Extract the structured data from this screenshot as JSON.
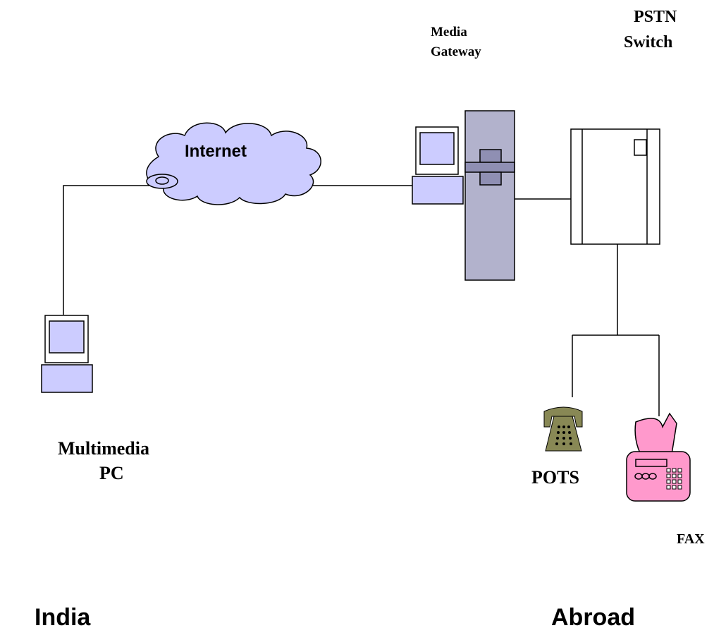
{
  "labels": {
    "internet": "Internet",
    "media_gateway_line1": "Media",
    "media_gateway_line2": "Gateway",
    "pstn_line1": "PSTN",
    "pstn_line2": "Switch",
    "pc_line1": "Multimedia",
    "pc_line2": "PC",
    "pots": "POTS",
    "fax": "FAX",
    "region_left": "India",
    "region_right": "Abroad"
  },
  "colors": {
    "screen_fill": "#ccccff",
    "cloud_fill": "#ccccff",
    "gateway_fill": "#b2b2cc",
    "gateway_band": "#8f8fb3",
    "phone_fill": "#888855",
    "fax_fill": "#ff99cc",
    "line": "#000000"
  }
}
